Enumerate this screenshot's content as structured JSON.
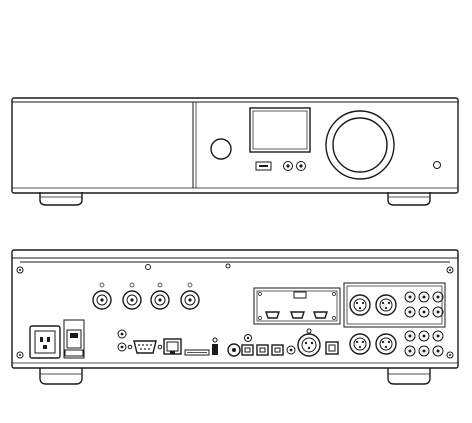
{
  "figure": {
    "views": [
      "front-panel",
      "rear-panel"
    ],
    "colors": {
      "line": "#1a1a1a",
      "background": "#ffffff"
    },
    "front_panel": {
      "controls": [
        "power-button-icon",
        "display-screen",
        "usb-port-icon",
        "headphone-jack-icon",
        "headphone-jack-icon",
        "volume-knob-icon",
        "ir-sensor-icon"
      ]
    },
    "rear_panel": {
      "connectors": [
        "iec-power-inlet-icon",
        "power-switch-icon",
        "antenna-connector-icon",
        "rs232-port-icon",
        "ethernet-port-icon",
        "sd-slot-icon",
        "coaxial-input-icon",
        "optical-input-icon",
        "xlr-connector-icon",
        "usb-b-port-icon",
        "hdmi-port-icon",
        "rca-connector-icon"
      ]
    }
  }
}
